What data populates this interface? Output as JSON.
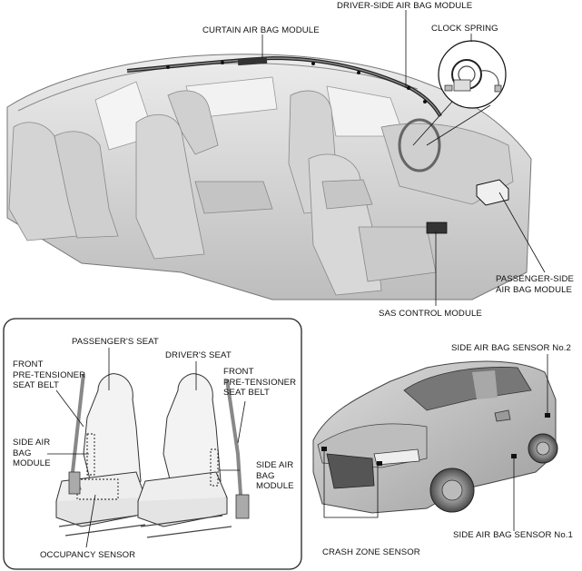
{
  "labels": {
    "curtain_airbag_module": "CURTAIN AIR BAG MODULE",
    "driver_side_airbag_module": "DRIVER-SIDE AIR BAG MODULE",
    "clock_spring": "CLOCK SPRING",
    "passenger_side_airbag_module": "PASSENGER-SIDE\nAIR BAG MODULE",
    "sas_control_module": "SAS CONTROL MODULE",
    "passengers_seat": "PASSENGER'S SEAT",
    "drivers_seat": "DRIVER'S SEAT",
    "front_pretensioner_left": "FRONT\nPRE-TENSIONER\nSEAT BELT",
    "front_pretensioner_right": "FRONT\nPRE-TENSIONER\nSEAT BELT",
    "side_airbag_module_left": "SIDE AIR\nBAG\nMODULE",
    "side_airbag_module_right": "SIDE AIR\nBAG\nMODULE",
    "occupancy_sensor": "OCCUPANCY SENSOR",
    "side_airbag_sensor_2": "SIDE AIR BAG SENSOR No.2",
    "side_airbag_sensor_1": "SIDE AIR BAG SENSOR No.1",
    "crash_zone_sensor": "CRASH ZONE SENSOR"
  },
  "colors": {
    "line": "#111111",
    "interior_fill": "#d9d9d9",
    "interior_dark": "#a9a9a9",
    "vehicle_fill": "#c8c8c8",
    "panel_border": "#222222"
  }
}
